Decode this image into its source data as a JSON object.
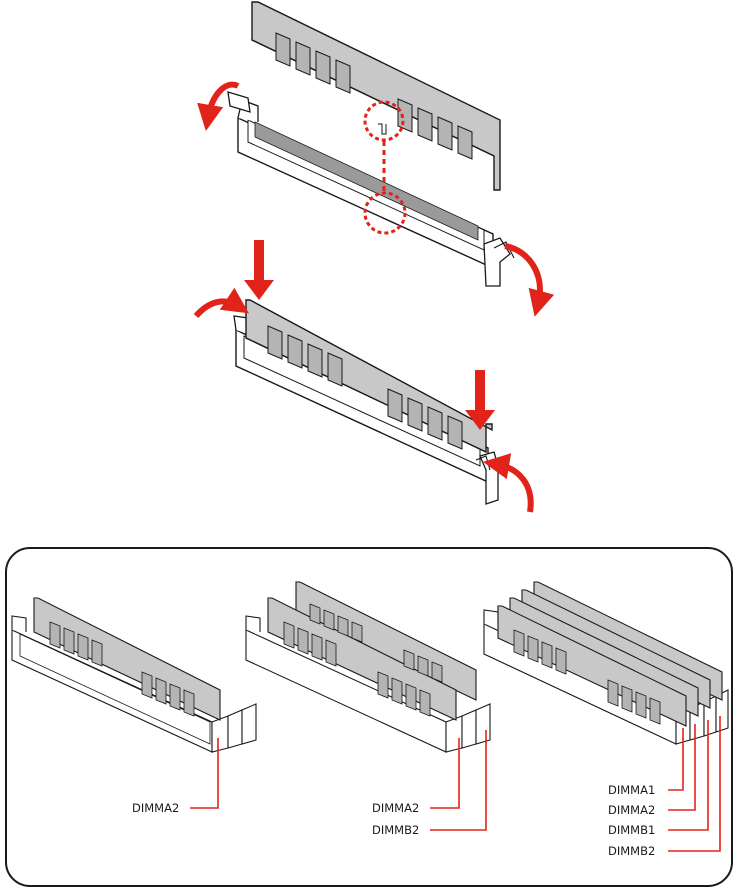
{
  "colors": {
    "accent": "#e2231a",
    "module_fill": "#c8c8c8",
    "slot_fill": "#ffffff",
    "chip_fill": "#b4b4b4",
    "outline": "#1a1a1a"
  },
  "install_diagram": {
    "steps": [
      "open-latches-and-align-notch",
      "press-module-down-latches-close"
    ]
  },
  "config_panel": {
    "configs": [
      {
        "modules": 1,
        "labels": [
          "DIMMA2"
        ]
      },
      {
        "modules": 2,
        "labels": [
          "DIMMA2",
          "DIMMB2"
        ]
      },
      {
        "modules": 4,
        "labels": [
          "DIMMA1",
          "DIMMA2",
          "DIMMB1",
          "DIMMB2"
        ]
      }
    ]
  }
}
